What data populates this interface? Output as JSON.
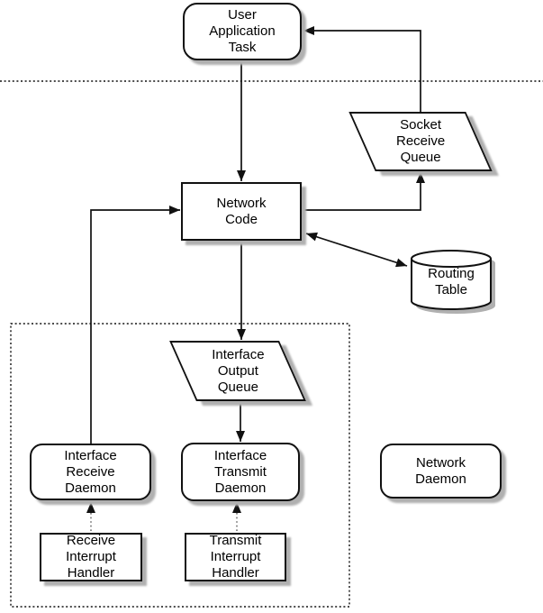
{
  "diagram": {
    "nodes": {
      "user_application_task": "User\nApplication\nTask",
      "socket_receive_queue": "Socket\nReceive\nQueue",
      "network_code": "Network\nCode",
      "routing_table": "Routing\nTable",
      "interface_output_queue": "Interface\nOutput\nQueue",
      "interface_receive_daemon": "Interface\nReceive\nDaemon",
      "interface_transmit_daemon": "Interface\nTransmit\nDaemon",
      "network_daemon": "Network\nDaemon",
      "receive_interrupt_handler": "Receive\nInterrupt\nHandler",
      "transmit_interrupt_handler": "Transmit\nInterrupt\nHandler"
    },
    "edges": [
      {
        "from": "user_application_task",
        "to": "network_code",
        "style": "solid",
        "bidirectional": false
      },
      {
        "from": "network_code",
        "to": "socket_receive_queue",
        "style": "solid",
        "bidirectional": false
      },
      {
        "from": "socket_receive_queue",
        "to": "user_application_task",
        "style": "solid",
        "bidirectional": false
      },
      {
        "from": "interface_receive_daemon",
        "to": "network_code",
        "style": "solid",
        "bidirectional": false
      },
      {
        "from": "network_code",
        "to": "routing_table",
        "style": "solid",
        "bidirectional": true
      },
      {
        "from": "network_code",
        "to": "interface_output_queue",
        "style": "solid",
        "bidirectional": false
      },
      {
        "from": "interface_output_queue",
        "to": "interface_transmit_daemon",
        "style": "solid",
        "bidirectional": false
      },
      {
        "from": "receive_interrupt_handler",
        "to": "interface_receive_daemon",
        "style": "dotted",
        "bidirectional": false
      },
      {
        "from": "transmit_interrupt_handler",
        "to": "interface_transmit_daemon",
        "style": "dotted",
        "bidirectional": false
      }
    ],
    "boundaries": [
      {
        "name": "user-kernel-separator",
        "style": "dotted-line"
      },
      {
        "name": "interrupt-level-box",
        "style": "dotted-rect"
      }
    ],
    "colors": {
      "line": "#111111",
      "shadow": "#b0b0b0",
      "background": "#ffffff",
      "dotted_interrupt_line": "#666666"
    }
  }
}
